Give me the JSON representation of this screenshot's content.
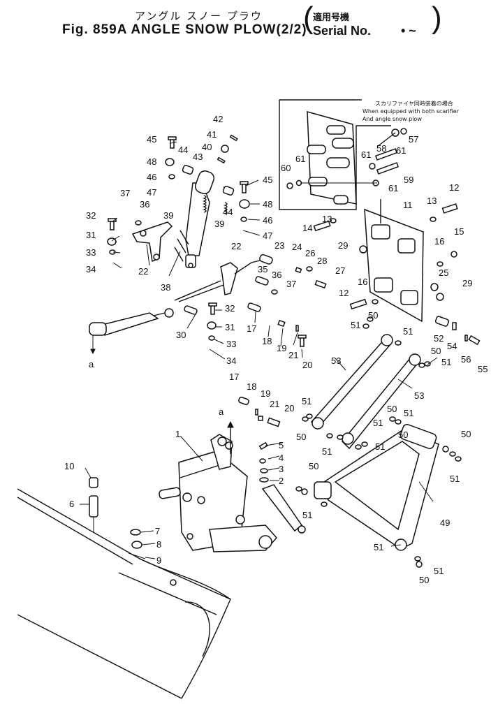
{
  "title": {
    "japanese": "アングル スノー プラウ",
    "main": "Fig. 859A ANGLE SNOW PLOW(2/2)",
    "serial_japanese": "適用号機",
    "serial_label": "Serial No.",
    "serial_range": "• ~"
  },
  "inset_note": {
    "japanese": "スカリファイヤ同時装着の場合",
    "line1": "When equipped with both scarifier",
    "line2": "And angle snow plow"
  },
  "callouts": [
    {
      "id": "c42",
      "text": "42"
    },
    {
      "id": "c41",
      "text": "41"
    },
    {
      "id": "c40",
      "text": "40"
    },
    {
      "id": "c45a",
      "text": "45"
    },
    {
      "id": "c44a",
      "text": "44"
    },
    {
      "id": "c43",
      "text": "43"
    },
    {
      "id": "c48a",
      "text": "48"
    },
    {
      "id": "c46a",
      "text": "46"
    },
    {
      "id": "c47a",
      "text": "47"
    },
    {
      "id": "c37a",
      "text": "37"
    },
    {
      "id": "c36a",
      "text": "36"
    },
    {
      "id": "c32a",
      "text": "32"
    },
    {
      "id": "c31a",
      "text": "31"
    },
    {
      "id": "c33a",
      "text": "33"
    },
    {
      "id": "c34a",
      "text": "34"
    },
    {
      "id": "c22a",
      "text": "22"
    },
    {
      "id": "c39a",
      "text": "39"
    },
    {
      "id": "c38",
      "text": "38"
    },
    {
      "id": "c45b",
      "text": "45"
    },
    {
      "id": "c44b",
      "text": "44"
    },
    {
      "id": "c39b",
      "text": "39"
    },
    {
      "id": "c48b",
      "text": "48"
    },
    {
      "id": "c46b",
      "text": "46"
    },
    {
      "id": "c47b",
      "text": "47"
    },
    {
      "id": "c22b",
      "text": "22"
    },
    {
      "id": "c23",
      "text": "23"
    },
    {
      "id": "c24",
      "text": "24"
    },
    {
      "id": "c26",
      "text": "26"
    },
    {
      "id": "c28",
      "text": "28"
    },
    {
      "id": "c27",
      "text": "27"
    },
    {
      "id": "c35",
      "text": "35"
    },
    {
      "id": "c36b",
      "text": "36"
    },
    {
      "id": "c37b",
      "text": "37"
    },
    {
      "id": "c32b",
      "text": "32"
    },
    {
      "id": "c31b",
      "text": "31"
    },
    {
      "id": "c33b",
      "text": "33"
    },
    {
      "id": "c34b",
      "text": "34"
    },
    {
      "id": "c30",
      "text": "30"
    },
    {
      "id": "c17a",
      "text": "17"
    },
    {
      "id": "c18a",
      "text": "18"
    },
    {
      "id": "c19a",
      "text": "19"
    },
    {
      "id": "c21a",
      "text": "21"
    },
    {
      "id": "c20a",
      "text": "20"
    },
    {
      "id": "ca1",
      "text": "a"
    },
    {
      "id": "c60",
      "text": "60"
    },
    {
      "id": "c61a",
      "text": "61"
    },
    {
      "id": "c58",
      "text": "58"
    },
    {
      "id": "c61b",
      "text": "61"
    },
    {
      "id": "c57",
      "text": "57"
    },
    {
      "id": "c61c",
      "text": "61"
    },
    {
      "id": "c59",
      "text": "59"
    },
    {
      "id": "c61d",
      "text": "61"
    },
    {
      "id": "c11",
      "text": "11"
    },
    {
      "id": "c13a",
      "text": "13"
    },
    {
      "id": "c12a",
      "text": "12"
    },
    {
      "id": "c14",
      "text": "14"
    },
    {
      "id": "c13b",
      "text": "13"
    },
    {
      "id": "c15",
      "text": "15"
    },
    {
      "id": "c29a",
      "text": "29"
    },
    {
      "id": "c16a",
      "text": "16"
    },
    {
      "id": "c25",
      "text": "25"
    },
    {
      "id": "c29b",
      "text": "29"
    },
    {
      "id": "c16b",
      "text": "16"
    },
    {
      "id": "c12b",
      "text": "12"
    },
    {
      "id": "c51a",
      "text": "51"
    },
    {
      "id": "c50a",
      "text": "50"
    },
    {
      "id": "c51b",
      "text": "51"
    },
    {
      "id": "c52",
      "text": "52"
    },
    {
      "id": "c54",
      "text": "54"
    },
    {
      "id": "c56",
      "text": "56"
    },
    {
      "id": "c55",
      "text": "55"
    },
    {
      "id": "c50b",
      "text": "50"
    },
    {
      "id": "c51c",
      "text": "51"
    },
    {
      "id": "c53a",
      "text": "53"
    },
    {
      "id": "c53b",
      "text": "53"
    },
    {
      "id": "c17b",
      "text": "17"
    },
    {
      "id": "c18b",
      "text": "18"
    },
    {
      "id": "c19b",
      "text": "19"
    },
    {
      "id": "c21b",
      "text": "21"
    },
    {
      "id": "c20b",
      "text": "20"
    },
    {
      "id": "ca2",
      "text": "a"
    },
    {
      "id": "c51d",
      "text": "51"
    },
    {
      "id": "c50c",
      "text": "50"
    },
    {
      "id": "c51e",
      "text": "51"
    },
    {
      "id": "c50d",
      "text": "50"
    },
    {
      "id": "c51f",
      "text": "51"
    },
    {
      "id": "c51g",
      "text": "51"
    },
    {
      "id": "c50e",
      "text": "50"
    },
    {
      "id": "c51h",
      "text": "51"
    },
    {
      "id": "c50f",
      "text": "50"
    },
    {
      "id": "c51i",
      "text": "51"
    },
    {
      "id": "c1",
      "text": "1"
    },
    {
      "id": "c5",
      "text": "5"
    },
    {
      "id": "c4",
      "text": "4"
    },
    {
      "id": "c3",
      "text": "3"
    },
    {
      "id": "c2",
      "text": "2"
    },
    {
      "id": "c10",
      "text": "10"
    },
    {
      "id": "c6",
      "text": "6"
    },
    {
      "id": "c7",
      "text": "7"
    },
    {
      "id": "c8",
      "text": "8"
    },
    {
      "id": "c9",
      "text": "9"
    },
    {
      "id": "c50g",
      "text": "50"
    },
    {
      "id": "c51j",
      "text": "51"
    },
    {
      "id": "c49",
      "text": "49"
    },
    {
      "id": "c51k",
      "text": "51"
    },
    {
      "id": "c50h",
      "text": "50"
    },
    {
      "id": "c51l",
      "text": "51"
    }
  ]
}
